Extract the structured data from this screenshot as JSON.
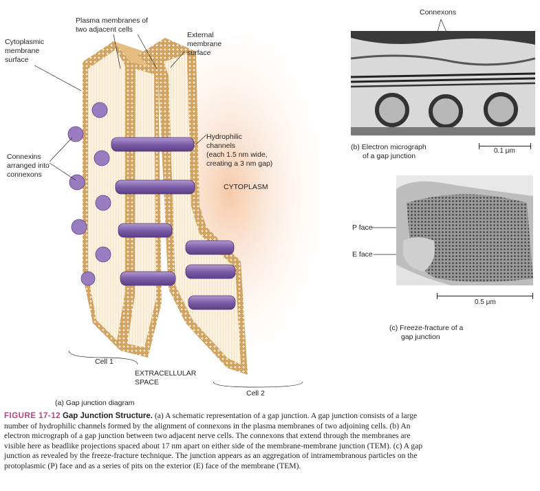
{
  "diagram": {
    "labels": {
      "plasma_membranes": [
        "Plasma membranes of",
        "two adjacent cells"
      ],
      "cytoplasmic_surface": [
        "Cytoplasmic",
        "membrane",
        "surface"
      ],
      "external_surface": [
        "External",
        "membrane",
        "surface"
      ],
      "hydrophilic": [
        "Hydrophilic",
        "channels",
        "(each 1.5 nm wide,",
        "creating a 3 nm gap)"
      ],
      "connexins": [
        "Connexins",
        "arranged into",
        "connexons"
      ],
      "cytoplasm": "CYTOPLASM",
      "cell1": "Cell 1",
      "cell2": "Cell 2",
      "extracellular": [
        "EXTRACELLULAR",
        "SPACE"
      ],
      "panel_a": "(a) Gap junction diagram"
    }
  },
  "micrograph_b": {
    "label_connexons": "Connexons",
    "caption_b_letter": "(b)",
    "caption_b": [
      "Electron micrograph",
      "of a gap junction"
    ],
    "scale": "0.1 μm"
  },
  "micrograph_c": {
    "p_face": "P face",
    "e_face": "E face",
    "scale": "0.5 μm",
    "caption_c_letter": "(c)",
    "caption_c": [
      "Freeze-fracture of a",
      "gap junction"
    ]
  },
  "caption": {
    "figure_label": "FIGURE 17-12",
    "title": "Gap Junction Structure.",
    "text": "(a) A schematic representation of a gap junction. A gap junction consists of a large number of hydrophilic channels formed by the alignment of connexons in the plasma membranes of two adjoining cells. (b) An electron micrograph of a gap junction between two adjacent nerve cells. The connexons that extend through the membranes are visible here as beadlike projections spaced about 17 nm apart on either side of the membrane-membrane junction (TEM). (c) A gap junction as revealed by the freeze-fracture technique. The junction appears as an aggregation of intramembranous particles on the protoplasmic (P) face and as a series of pits on the exterior (E) face of the membrane (TEM)."
  }
}
